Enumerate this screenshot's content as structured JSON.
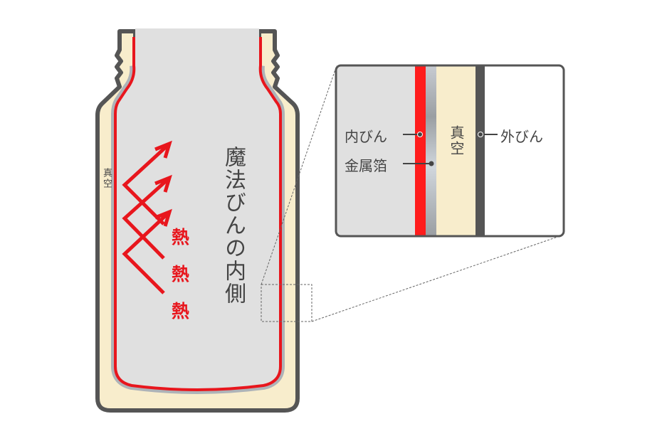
{
  "bottle": {
    "title": "魔法びんの内側",
    "vacuum_label": "真空",
    "heat_labels": [
      "熱",
      "熱",
      "熱"
    ]
  },
  "inset": {
    "inner_bottle_label": "内びん",
    "metal_foil_label": "金属箔",
    "vacuum_label": "真空",
    "outer_bottle_label": "外びん"
  },
  "colors": {
    "outline": "#555555",
    "vacuum": "#f8edcc",
    "interior": "#e0e0e0",
    "inner_bottle": "#e8161d",
    "foil": "#b4b8bc"
  }
}
